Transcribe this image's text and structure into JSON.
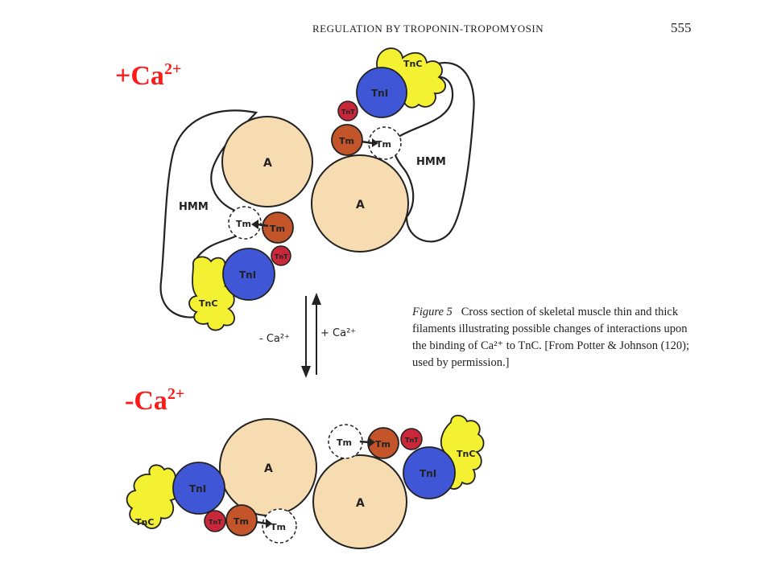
{
  "header": {
    "running_title": "REGULATION BY TROPONIN-TROPOMYOSIN",
    "page_number": "555"
  },
  "state_labels": {
    "plus": {
      "base": "+Ca",
      "sup": "2+"
    },
    "minus": {
      "base": "-Ca",
      "sup": "2+"
    }
  },
  "equilibrium": {
    "left": "- Ca²⁺",
    "right": "+ Ca²⁺"
  },
  "caption": {
    "fig": "Figure 5",
    "text": "Cross section of skeletal muscle thin and thick filaments illustrating possible changes of interactions upon the binding of Ca²⁺ to TnC. [From Potter & Johnson (120); used by permission.]"
  },
  "labels": {
    "actin": "A",
    "hmm": "HMM",
    "tni": "TnI",
    "tnc": "TnC",
    "tnt": "TnT",
    "tm": "Tm"
  },
  "colors": {
    "accent_red": "#ff1a1a",
    "actin_fill": "#f6dcb0",
    "tni_fill": "#3f57d6",
    "tm_fill": "#c4552a",
    "tnt_fill": "#c8283a",
    "tnc_fill": "#f4f032"
  }
}
